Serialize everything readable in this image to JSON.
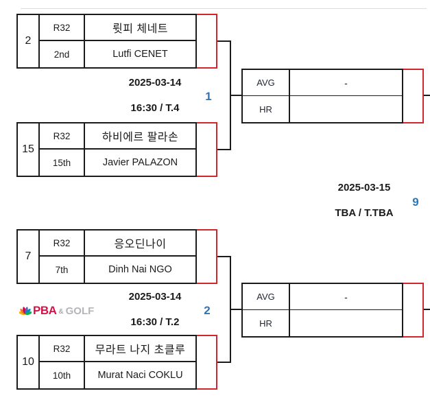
{
  "colors": {
    "border_black": "#1b1b1b",
    "accent_red": "#d0262c",
    "accent_blue": "#2e75b6"
  },
  "logo": {
    "icon": "nbc-peacock-icon",
    "pba": "PBA",
    "amp": "&",
    "golf": "GOLF"
  },
  "matches": [
    {
      "number": "1",
      "date": "2025-03-14",
      "time": "16:30 / T.4",
      "players": [
        {
          "seed": "2",
          "round": "R32",
          "name_kr": "륏피 체네트",
          "rank": "2nd",
          "name_en": "Lutfi CENET",
          "score": ""
        },
        {
          "seed": "15",
          "round": "R32",
          "name_kr": "하비에르 팔라손",
          "rank": "15th",
          "name_en": "Javier PALAZON",
          "score": ""
        }
      ],
      "stats": {
        "avg_label": "AVG",
        "avg_value": "-",
        "hr_label": "HR",
        "hr_value": ""
      }
    },
    {
      "number": "2",
      "date": "2025-03-14",
      "time": "16:30 / T.2",
      "players": [
        {
          "seed": "7",
          "round": "R32",
          "name_kr": "응오딘나이",
          "rank": "7th",
          "name_en": "Dinh Nai NGO",
          "score": ""
        },
        {
          "seed": "10",
          "round": "R32",
          "name_kr": "무라트 나지 초클루",
          "rank": "10th",
          "name_en": "Murat Naci COKLU",
          "score": ""
        }
      ],
      "stats": {
        "avg_label": "AVG",
        "avg_value": "-",
        "hr_label": "HR",
        "hr_value": ""
      }
    }
  ],
  "final": {
    "number": "9",
    "date": "2025-03-15",
    "time": "TBA / T.TBA"
  }
}
